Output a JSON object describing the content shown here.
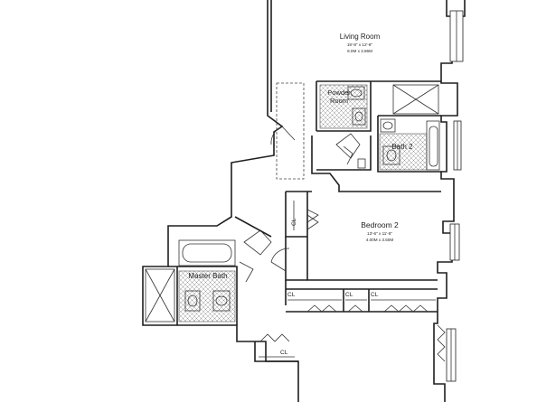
{
  "rooms": {
    "living_room": {
      "name": "Living Room",
      "dims_imperial": "19'-8\" x 12'-8\"",
      "dims_metric": "6.0M x 3.86M"
    },
    "powder_room": {
      "line1": "Powder",
      "line2": "Room"
    },
    "bath_2": {
      "name": "Bath 2"
    },
    "bedroom_2": {
      "name": "Bedroom 2",
      "dims_imperial": "13'-6\" x 11'-6\"",
      "dims_metric": "4.00M x 3.50M"
    },
    "master_bath": {
      "name": "Master Bath"
    }
  },
  "closets": {
    "label": "CL"
  }
}
